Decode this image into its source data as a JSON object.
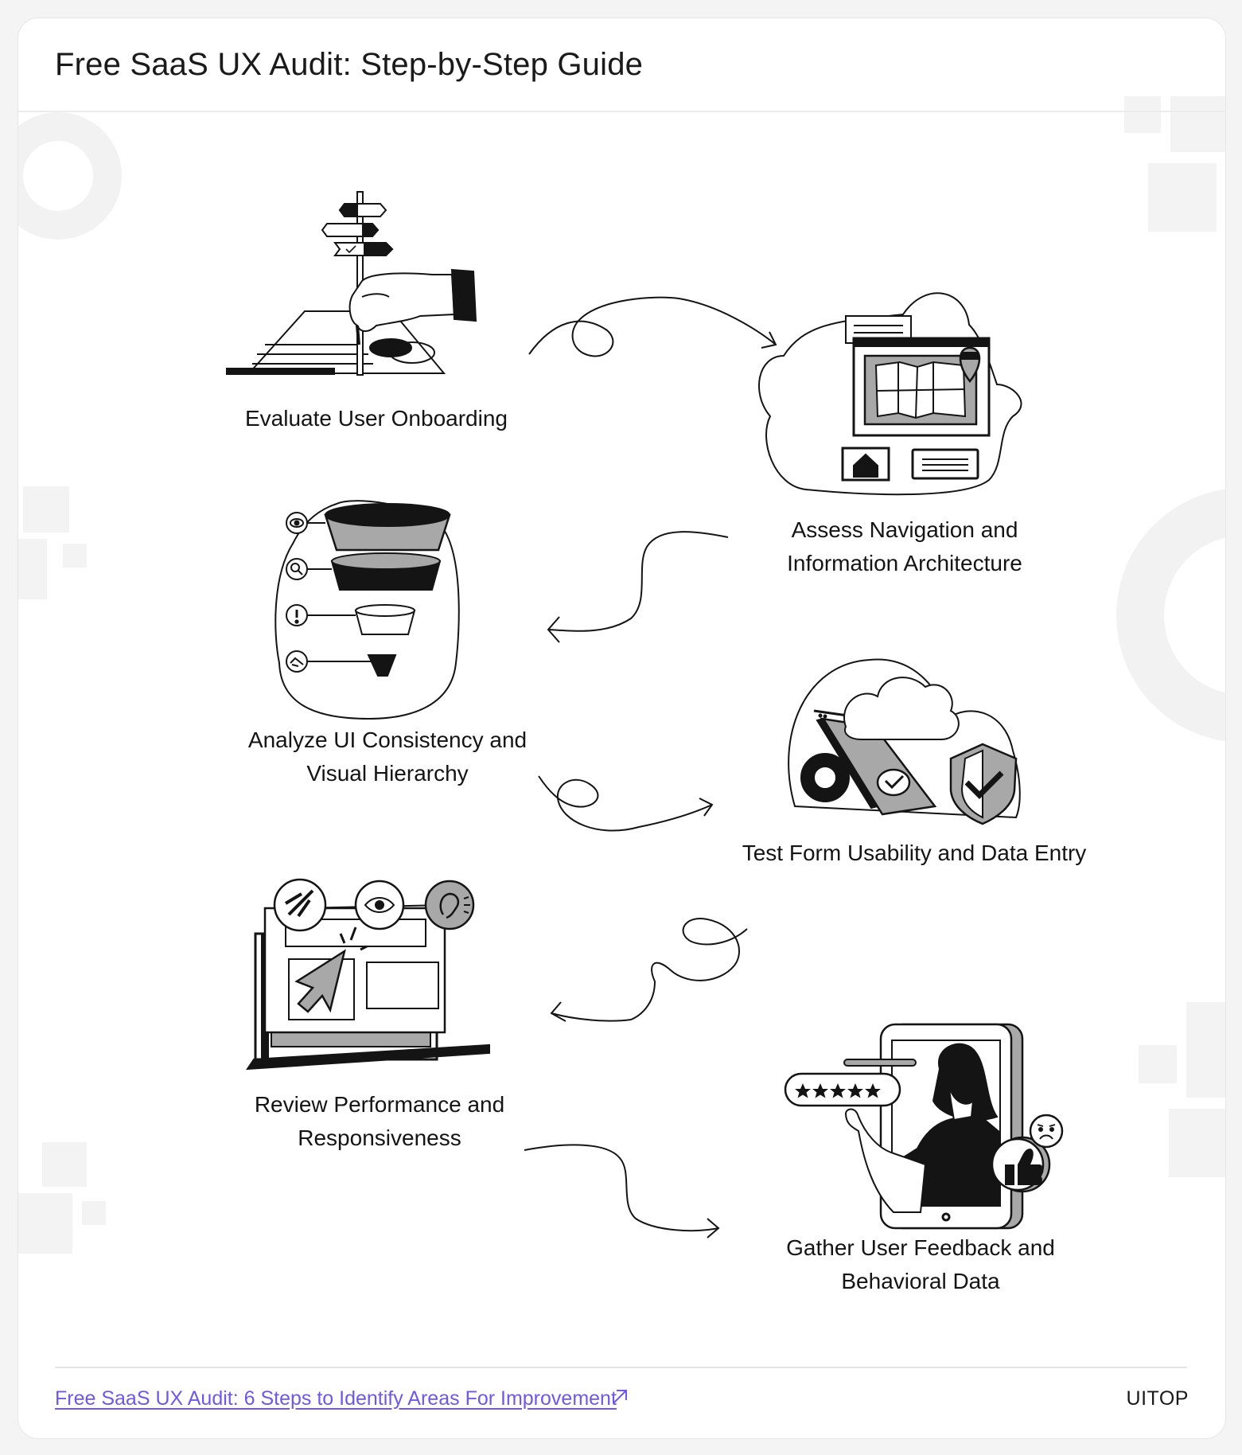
{
  "page": {
    "title": "Free SaaS UX Audit: Step-by-Step Guide"
  },
  "steps": [
    {
      "label_line1": "Evaluate User Onboarding",
      "label_line2": "",
      "icon": "signpost-hand-icon"
    },
    {
      "label_line1": "Assess Navigation and",
      "label_line2": "Information Architecture",
      "icon": "website-map-icon"
    },
    {
      "label_line1": "Analyze UI Consistency and",
      "label_line2": "Visual Hierarchy",
      "icon": "funnel-icon"
    },
    {
      "label_line1": "Test Form Usability and Data Entry",
      "label_line2": "",
      "icon": "cloud-shield-icon"
    },
    {
      "label_line1": "Review Performance and",
      "label_line2": "Responsiveness",
      "icon": "laptop-cursor-icon"
    },
    {
      "label_line1": "Gather User Feedback and",
      "label_line2": "Behavioral Data",
      "icon": "phone-feedback-icon"
    }
  ],
  "footer": {
    "link_text": "Free SaaS UX Audit: 6 Steps to Identify Areas For Improvement",
    "brand": "UITOP"
  },
  "colors": {
    "accent_link": "#7058e6",
    "ink": "#141414",
    "gray_fill": "#a8a8a8"
  }
}
